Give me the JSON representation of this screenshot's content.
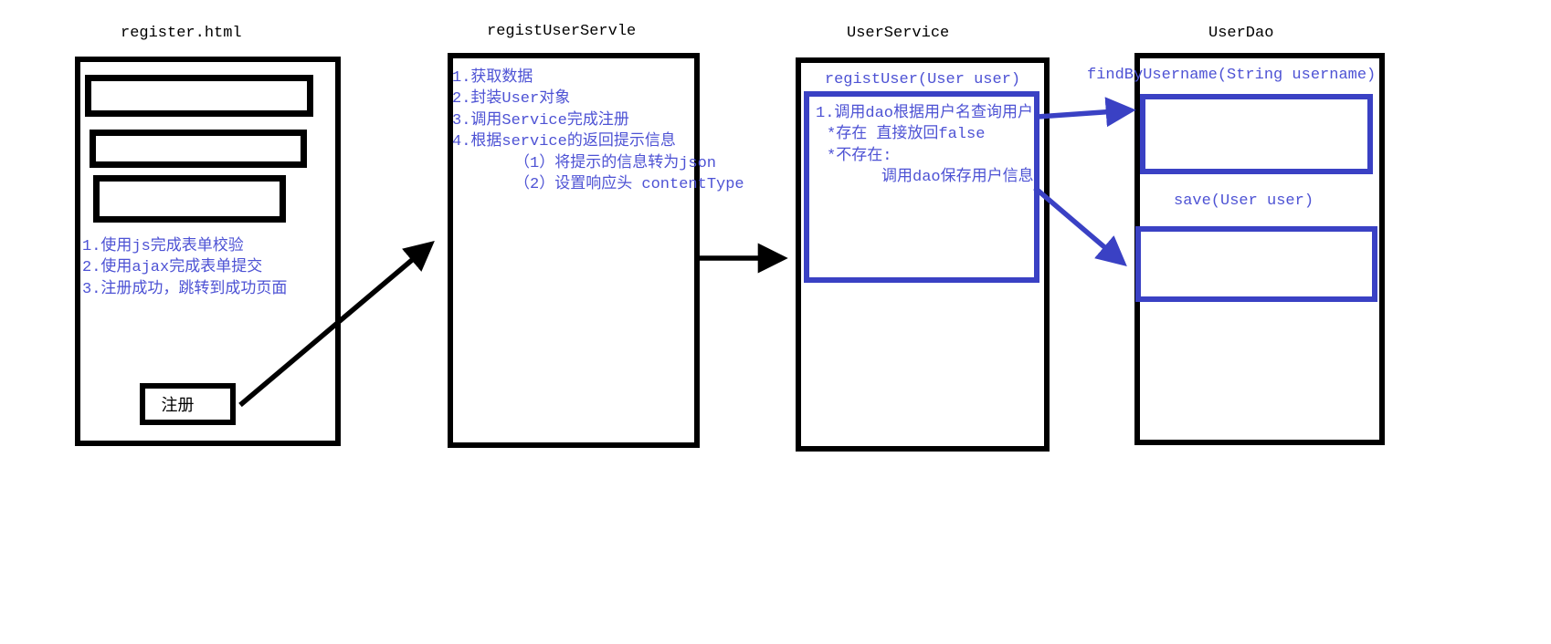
{
  "diagram": {
    "register_html": {
      "title": "register.html",
      "notes": [
        "1.使用js完成表单校验",
        "2.使用ajax完成表单提交",
        "3.注册成功，跳转到成功页面"
      ],
      "button_label": "注册"
    },
    "servlet": {
      "title": "registUserServle",
      "steps": [
        "1.获取数据",
        "2.封装User对象",
        "3.调用Service完成注册",
        "4.根据service的返回提示信息",
        "（1）将提示的信息转为json",
        "（2）设置响应头 contentType"
      ]
    },
    "service": {
      "title": "UserService",
      "method": "registUser(User user)",
      "logic": [
        "1.调用dao根据用户名查询用户",
        "*存在 直接放回false",
        "*不存在:",
        "调用dao保存用户信息"
      ]
    },
    "dao": {
      "title": "UserDao",
      "method_find": "findByUsername(String username)",
      "method_save": "save(User user)"
    },
    "colors": {
      "ink": "#000000",
      "accent_blue": "#3a41c4",
      "text_blue": "#4d52d4"
    }
  }
}
